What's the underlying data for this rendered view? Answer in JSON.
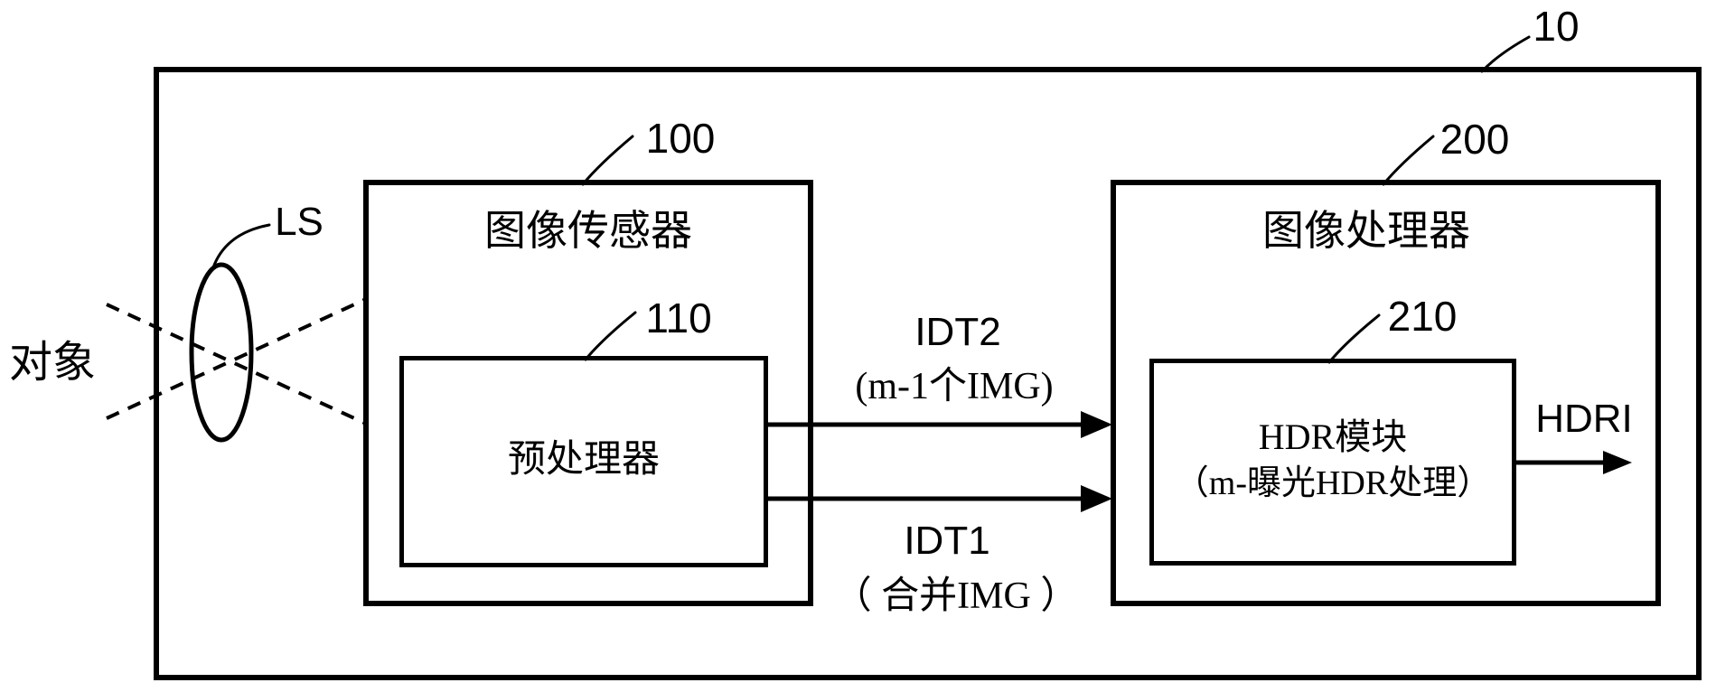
{
  "figure": {
    "reference": "10",
    "object_label": "对象",
    "lens_label": "LS",
    "image_sensor": {
      "reference": "100",
      "title": "图像传感器",
      "preprocessor": {
        "reference": "110",
        "title": "预处理器"
      }
    },
    "image_processor": {
      "reference": "200",
      "title": "图像处理器",
      "hdr_module": {
        "reference": "210",
        "title": "HDR模块",
        "subtitle": "（m-曝光HDR处理）"
      }
    },
    "signals": {
      "idt2": {
        "label": "IDT2",
        "detail": "(m-1个IMG)"
      },
      "idt1": {
        "label": "IDT1",
        "detail": "（ 合并IMG ）"
      },
      "hdri": {
        "label": "HDRI"
      }
    },
    "colors": {
      "line": "#000000",
      "background": "#ffffff"
    }
  }
}
